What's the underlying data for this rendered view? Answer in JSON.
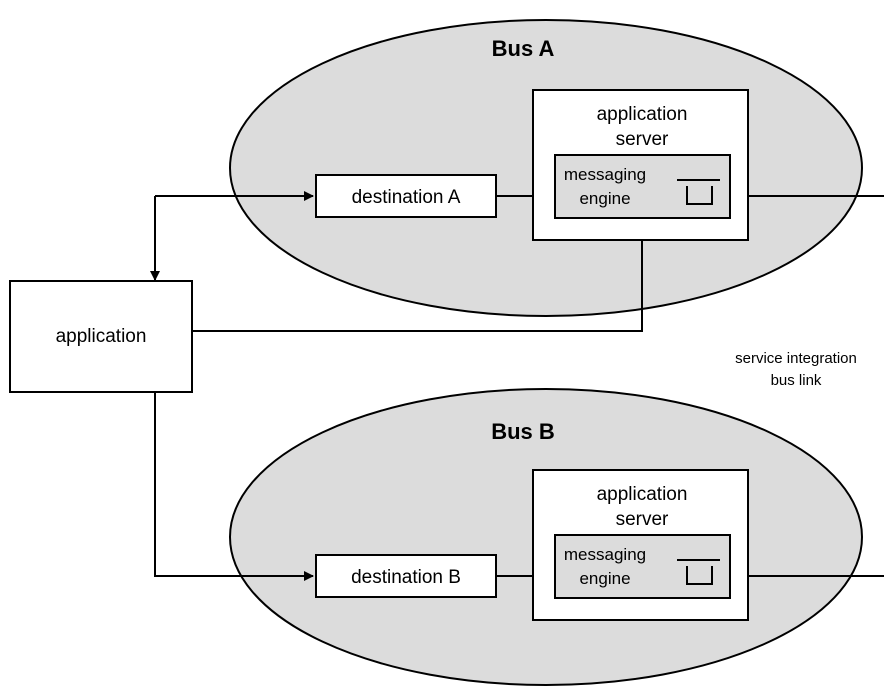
{
  "bus_a": {
    "title": "Bus A",
    "server_line1": "application",
    "server_line2": "server",
    "engine_line1": "messaging",
    "engine_line2": "engine",
    "destination": "destination A"
  },
  "bus_b": {
    "title": "Bus B",
    "server_line1": "application",
    "server_line2": "server",
    "engine_line1": "messaging",
    "engine_line2": "engine",
    "destination": "destination B"
  },
  "application": "application",
  "link_label_line1": "service integration",
  "link_label_line2": "bus link"
}
